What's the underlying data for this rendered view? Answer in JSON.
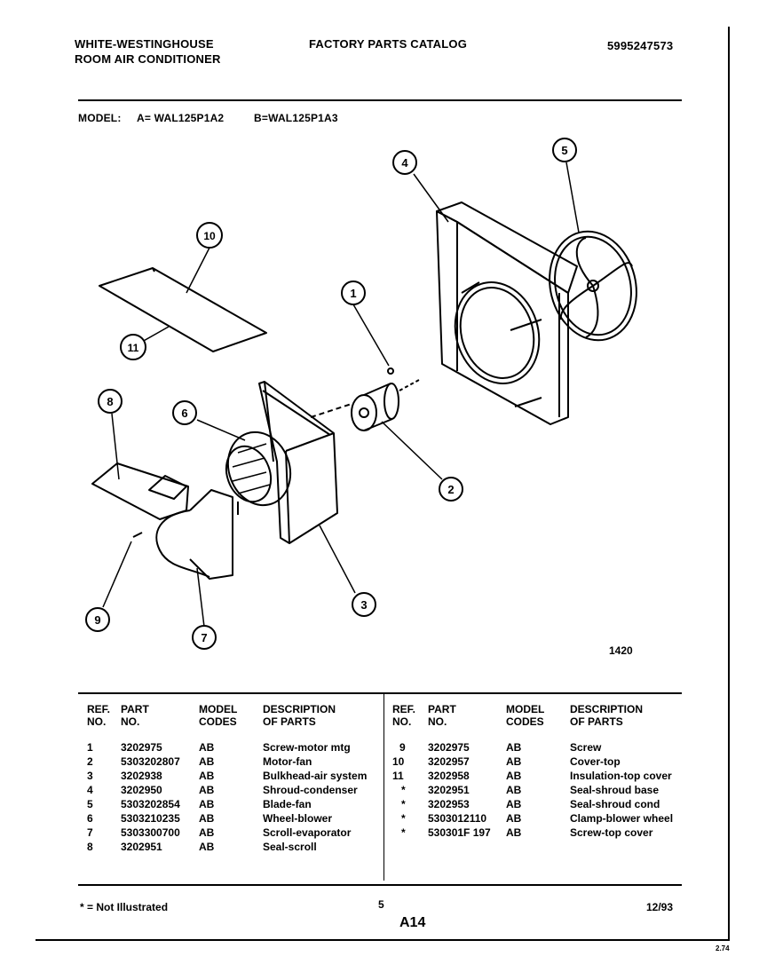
{
  "header": {
    "brand_line1": "WHITE-WESTINGHOUSE",
    "brand_line2": "ROOM AIR CONDITIONER",
    "catalog_title": "FACTORY PARTS CATALOG",
    "catalog_number": "5995247573",
    "model_label": "MODEL:",
    "model_a": "A= WAL125P1A2",
    "model_b": "B=WAL125P1A3"
  },
  "diagram": {
    "callouts": [
      "1",
      "2",
      "3",
      "4",
      "5",
      "6",
      "7",
      "8",
      "9",
      "10",
      "11"
    ],
    "figure_code": "1420"
  },
  "table": {
    "headers": {
      "ref_1": "REF.",
      "ref_2": "NO.",
      "part_1": "PART",
      "part_2": "NO.",
      "model_1": "MODEL",
      "model_2": "CODES",
      "desc_1": "DESCRIPTION",
      "desc_2": "OF PARTS"
    },
    "left_rows": [
      {
        "ref": "1",
        "part": "3202975",
        "codes": "AB",
        "desc": "Screw-motor mtg"
      },
      {
        "ref": "2",
        "part": "5303202807",
        "codes": "AB",
        "desc": "Motor-fan"
      },
      {
        "ref": "3",
        "part": "3202938",
        "codes": "AB",
        "desc": "Bulkhead-air system"
      },
      {
        "ref": "4",
        "part": "3202950",
        "codes": "AB",
        "desc": "Shroud-condenser"
      },
      {
        "ref": "5",
        "part": "5303202854",
        "codes": "AB",
        "desc": "Blade-fan"
      },
      {
        "ref": "6",
        "part": "5303210235",
        "codes": "AB",
        "desc": "Wheel-blower"
      },
      {
        "ref": "7",
        "part": "5303300700",
        "codes": "AB",
        "desc": "Scroll-evaporator"
      },
      {
        "ref": "8",
        "part": "3202951",
        "codes": "AB",
        "desc": "Seal-scroll"
      }
    ],
    "right_rows": [
      {
        "ref": "9",
        "part": "3202975",
        "codes": "AB",
        "desc": "Screw"
      },
      {
        "ref": "10",
        "part": "3202957",
        "codes": "AB",
        "desc": "Cover-top"
      },
      {
        "ref": "11",
        "part": "3202958",
        "codes": "AB",
        "desc": "Insulation-top cover"
      },
      {
        "ref": "*",
        "part": "3202951",
        "codes": "AB",
        "desc": "Seal-shroud base"
      },
      {
        "ref": "*",
        "part": "3202953",
        "codes": "AB",
        "desc": "Seal-shroud cond"
      },
      {
        "ref": "*",
        "part": "5303012110",
        "codes": "AB",
        "desc": "Clamp-blower wheel"
      },
      {
        "ref": "*",
        "part": "530301F 197",
        "codes": "AB",
        "desc": "Screw-top cover"
      }
    ]
  },
  "footer": {
    "note": "* = Not Illustrated",
    "page_number": "5",
    "page_code": "A14",
    "date": "12/93",
    "corner_mark": "2.74"
  }
}
